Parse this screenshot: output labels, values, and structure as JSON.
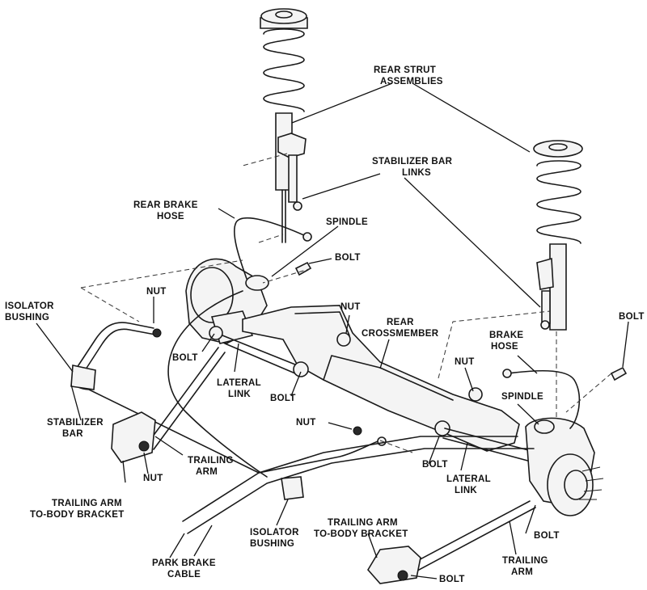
{
  "labels": {
    "rear_strut_assemblies": [
      "REAR STRUT",
      "ASSEMBLIES"
    ],
    "stabilizer_bar_links": [
      "STABILIZER BAR",
      "LINKS"
    ],
    "rear_brake_hose": [
      "REAR BRAKE",
      "HOSE"
    ],
    "spindle_left": "SPINDLE",
    "bolt_spindle": "BOLT",
    "nut_left": "NUT",
    "isolator_bushing_left": [
      "ISOLATOR",
      "BUSHING"
    ],
    "nut_crossmember": "NUT",
    "rear_crossmember": [
      "REAR",
      "CROSSMEMBER"
    ],
    "bolt_right_top": "BOLT",
    "brake_hose_right": [
      "BRAKE",
      "HOSE"
    ],
    "nut_center_right": "NUT",
    "bolt_left_lower": "BOLT",
    "lateral_link_left": [
      "LATERAL",
      "LINK"
    ],
    "bolt_left_link": "BOLT",
    "spindle_right": "SPINDLE",
    "stabilizer_bar": [
      "STABILIZER",
      "BAR"
    ],
    "nut_center": "NUT",
    "trailing_arm_left": [
      "TRAILING",
      "ARM"
    ],
    "nut_bracket_left": "NUT",
    "bolt_center": "BOLT",
    "lateral_link_right": [
      "LATERAL",
      "LINK"
    ],
    "trailing_arm_bracket_left": [
      "TRAILING ARM",
      "TO-BODY BRACKET"
    ],
    "isolator_bushing_center": [
      "ISOLATOR",
      "BUSHING"
    ],
    "trailing_arm_bracket_right": [
      "TRAILING ARM",
      "TO-BODY BRACKET"
    ],
    "bolt_right_hub": "BOLT",
    "park_brake_cable": [
      "PARK BRAKE",
      "CABLE"
    ],
    "trailing_arm_right": [
      "TRAILING",
      "ARM"
    ],
    "bolt_bottom": "BOLT"
  }
}
